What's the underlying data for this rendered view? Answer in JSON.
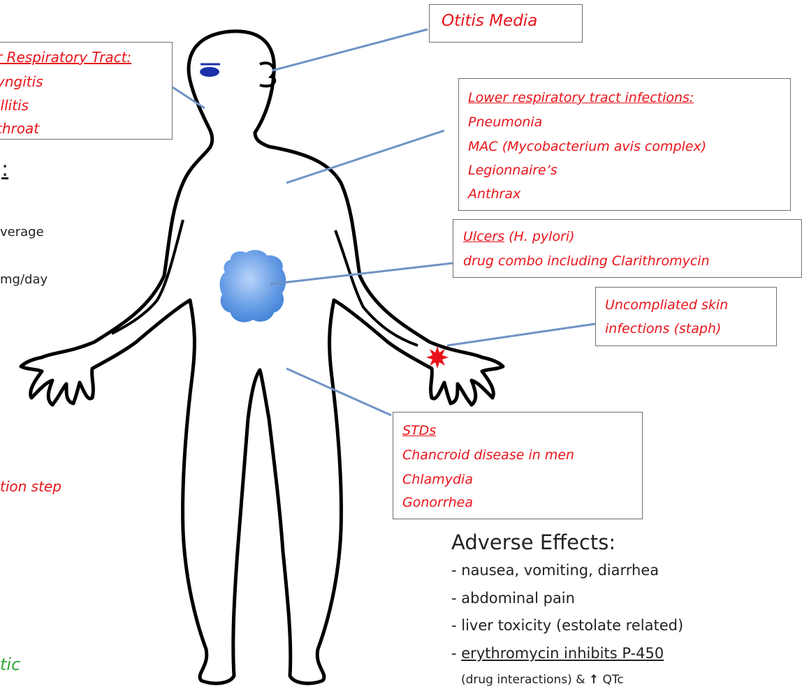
{
  "labels": {
    "otitis": "Otitis Media",
    "upper": {
      "heading": "r Respiratory Tract:",
      "items": [
        "yngitis",
        "illitis",
        "throat"
      ]
    },
    "lower": {
      "heading": "Lower respiratory tract infections:",
      "items": [
        "Pneumonia",
        "MAC (Mycobacterium avis complex)",
        "Legionnaire’s",
        "Anthrax"
      ]
    },
    "ulcers": {
      "heading": "Ulcers",
      "heading_rest": " (H. pylori)",
      "line2": "drug combo including Clarithromycin"
    },
    "skin": {
      "line1": "Uncompliated skin",
      "line2": "infections (staph)"
    },
    "stds": {
      "heading": "STDs",
      "items": [
        "Chancroid disease in men",
        "Chlamydia",
        "Gonorrhea"
      ]
    }
  },
  "left_fragments": {
    "colon": ":",
    "verage": "verage",
    "mgday": "mg/day",
    "tionstep": "tion step",
    "tic": "tic"
  },
  "adverse": {
    "title": "Adverse Effects:",
    "items": [
      "- nausea, vomiting, diarrhea",
      "- abdominal pain",
      "- liver toxicity (estolate related)"
    ],
    "item4_dash": "- ",
    "item4_underlined": "erythromycin inhibits P-450",
    "item5": "(drug interactions) & ",
    "item5_arrow": "↑",
    "item5_end": " QTc"
  },
  "colors": {
    "label_red": "#e8141a",
    "connector": "#6f93c4",
    "stomach": "#5f94de",
    "eye": "#1b2fa8",
    "green": "#32a83a"
  }
}
